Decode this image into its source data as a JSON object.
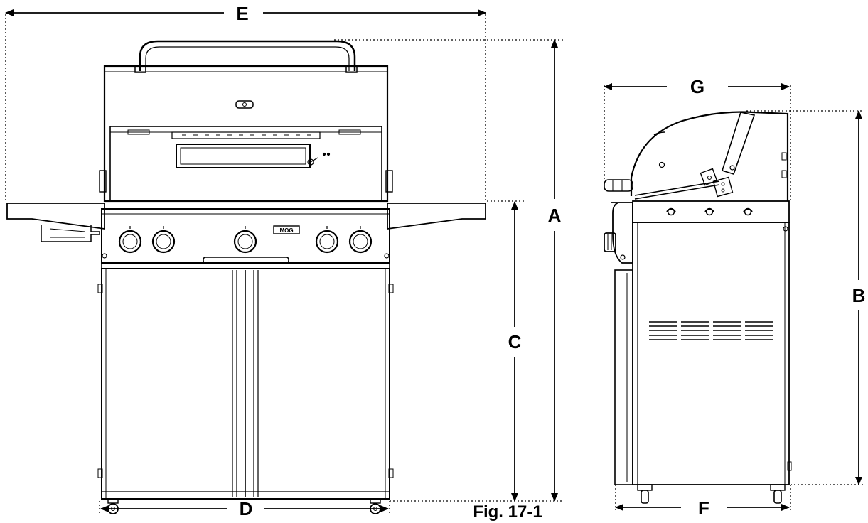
{
  "figure": {
    "caption": "Fig. 17-1",
    "logo_text": "MOG"
  },
  "dimensions": {
    "A": "A",
    "B": "B",
    "C": "C",
    "D": "D",
    "E": "E",
    "F": "F",
    "G": "G"
  },
  "views": {
    "front": "front-view-grill",
    "side": "side-view-grill"
  },
  "colors": {
    "line": "#000000",
    "background": "#ffffff"
  }
}
